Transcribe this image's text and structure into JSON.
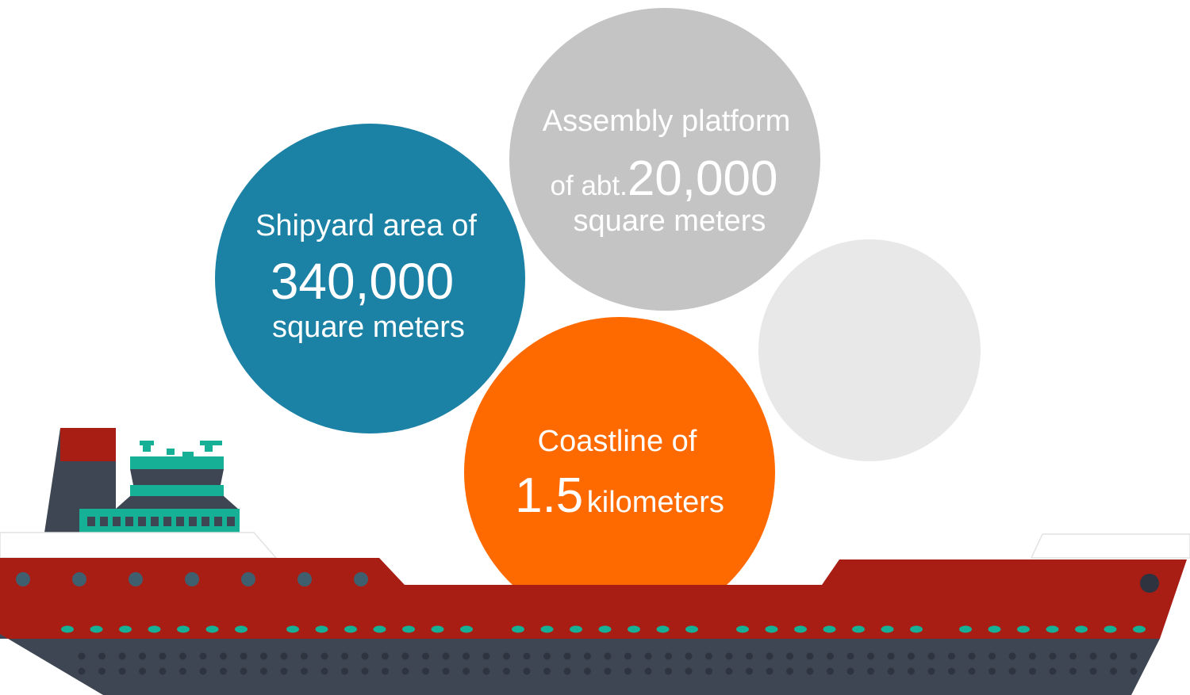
{
  "colors": {
    "teal": "#1b81a5",
    "gray": "#c4c4c4",
    "lightgray": "#e8e8e8",
    "orange": "#ff6a00",
    "hull_red": "#a81d14",
    "hull_dark": "#3d4652",
    "accent_green": "#16b096",
    "porthole": "#3f5f6e"
  },
  "bubbles": {
    "shipyard": {
      "line1": "Shipyard area of",
      "value": "340,000",
      "unit": "square meters"
    },
    "assembly": {
      "line1": "Assembly platform",
      "prefix": "of abt.",
      "value": "20,000",
      "unit": "square meters"
    },
    "coastline": {
      "line1": "Coastline of",
      "value": "1.5",
      "unit": "kilometers"
    }
  },
  "icons": {
    "ship": "cargo-ship-illustration"
  }
}
